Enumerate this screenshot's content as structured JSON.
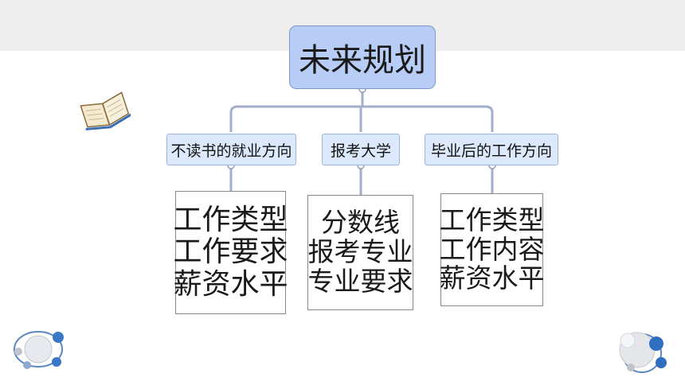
{
  "root": {
    "label": "未来规划"
  },
  "branches": [
    {
      "label": "不读书的就业方向",
      "items": [
        "工作类型",
        "工作要求",
        "薪资水平"
      ]
    },
    {
      "label": "报考大学",
      "items": [
        "分数线",
        "报考专业",
        "专业要求"
      ]
    },
    {
      "label": "毕业后的工作方向",
      "items": [
        "工作类型",
        "工作内容",
        "薪资水平"
      ]
    }
  ],
  "decorations": [
    "open-book-icon",
    "orbit-spheres-icon",
    "orbit-spheres-icon"
  ],
  "colors": {
    "root_fill": "#b7cdf6",
    "branch_fill": "#dce8fb",
    "connector": "#a3aecb",
    "top_band": "#eeeeee"
  }
}
